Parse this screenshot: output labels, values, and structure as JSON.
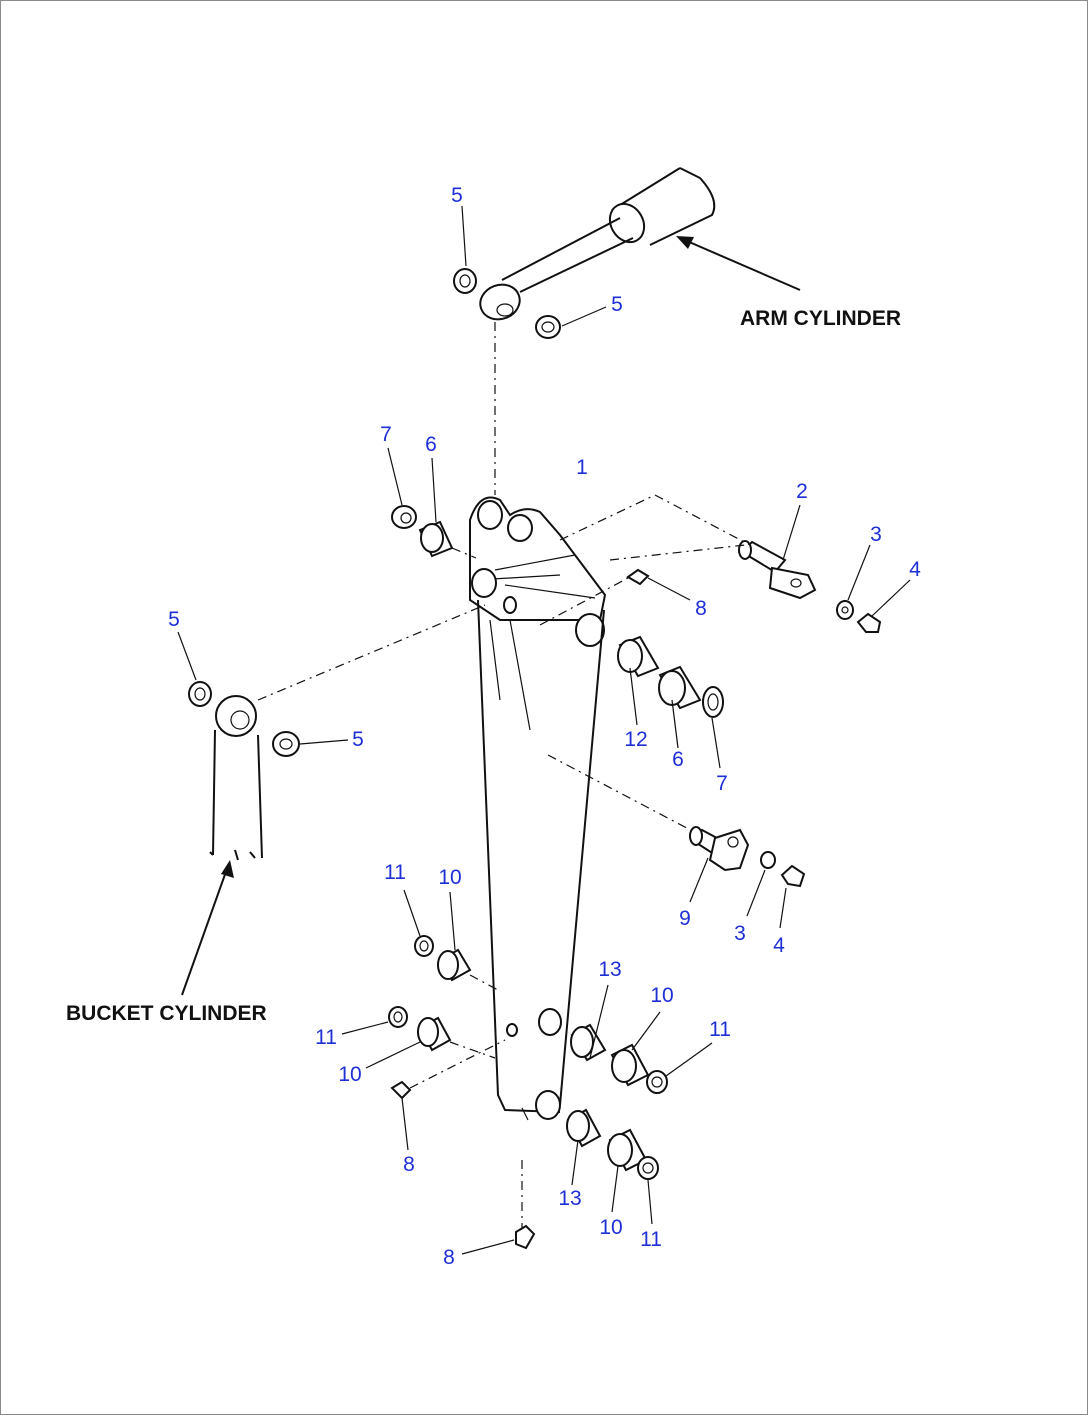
{
  "captions": {
    "arm_cylinder": "ARM CYLINDER",
    "bucket_cylinder": "BUCKET CYLINDER"
  },
  "callouts": {
    "c5a": "5",
    "c5b": "5",
    "c5c": "5",
    "c5d": "5",
    "c7a": "7",
    "c6a": "6",
    "c1": "1",
    "c2": "2",
    "c3a": "3",
    "c4a": "4",
    "c8a": "8",
    "c12": "12",
    "c6b": "6",
    "c7b": "7",
    "c9": "9",
    "c3b": "3",
    "c4b": "4",
    "c11a": "11",
    "c10a": "10",
    "c11b": "11",
    "c10b": "10",
    "c8b": "8",
    "c13a": "13",
    "c10c": "10",
    "c11c": "11",
    "c13b": "13",
    "c10d": "10",
    "c11d": "11",
    "c8c": "8"
  },
  "colors": {
    "callout": "#1f2fd6",
    "linework": "#111111"
  }
}
